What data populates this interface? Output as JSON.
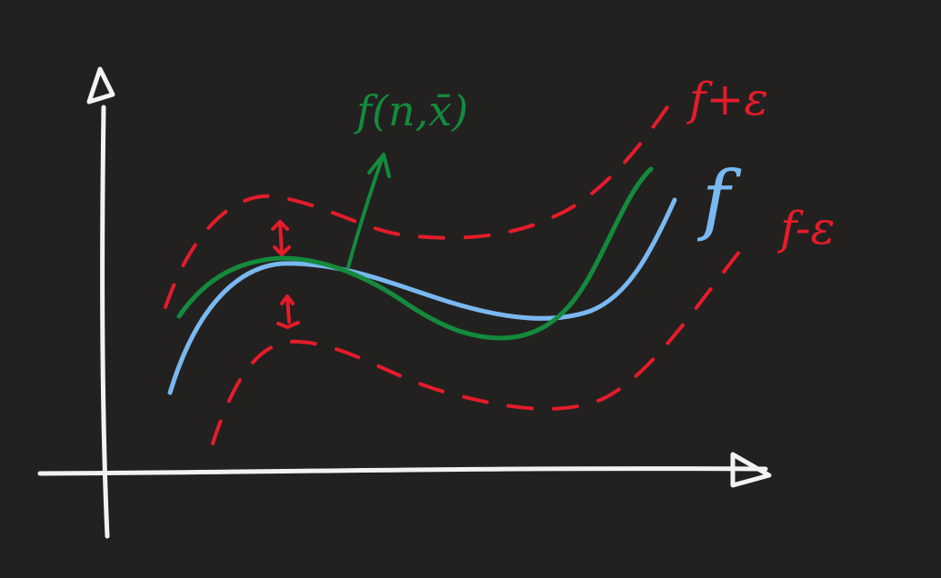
{
  "canvas": {
    "background": "#222120"
  },
  "colors": {
    "axes": "#f2f2f2",
    "target_function": "#79b8f0",
    "learned_function": "#148a3c",
    "epsilon_band": "#e51c2a"
  },
  "labels": {
    "learned_function": "f(n,x̄)",
    "target_function": "f",
    "upper_band": "f+ε",
    "lower_band": "f-ε"
  },
  "icons": {
    "x_axis_arrow": "arrow-right",
    "y_axis_arrow": "arrow-up",
    "pointer_arrow": "arrow-up-right",
    "band_width_markers": "double-headed-arrow"
  }
}
